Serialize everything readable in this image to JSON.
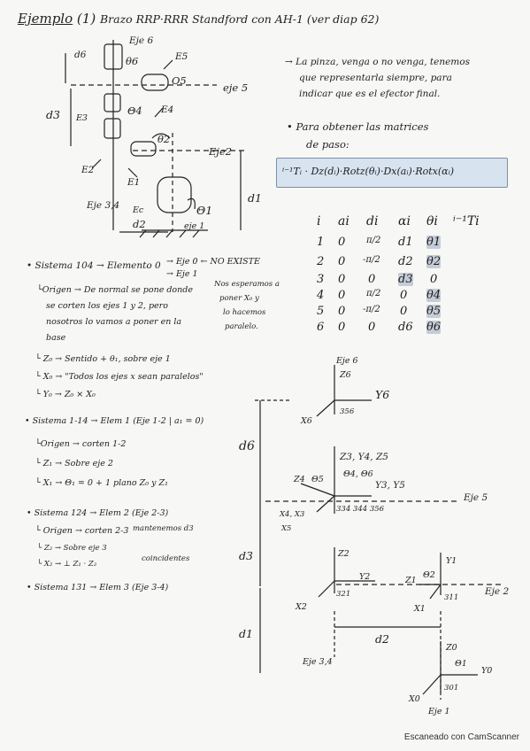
{
  "title": {
    "word": "Ejemplo",
    "number": "(1)",
    "rest": "Brazo RRP·RRR Standford con AH-1 (ver diap 62)"
  },
  "robot_labels": {
    "eje6": "Eje 6",
    "d6": "d6",
    "theta6": "θ6",
    "e5": "E5",
    "o5": "O5",
    "eje5": "eje 5",
    "d3": "d3",
    "e3": "E3",
    "theta4": "Θ4",
    "e4": "E4",
    "theta2": "θ2",
    "e2": "E2",
    "eje2": "Eje2",
    "e1": "E1",
    "eje34": "Eje 3,4",
    "theta1": "Θ1",
    "d1": "d1",
    "d2": "d2",
    "eje1": "eje 1",
    "ec": "Ec"
  },
  "notes": {
    "note1": [
      "→ La pinza, venga o no venga, tenemos",
      "que representarla siempre, para",
      "indicar que es el efector final."
    ],
    "note2": [
      "• Para obtener las matrices",
      "de paso:"
    ],
    "formula": "ⁱ⁻¹Tᵢ · Dz(dᵢ)·Rotz(θᵢ)·Dx(aᵢ)·Rotx(αᵢ)"
  },
  "dh_table": {
    "headers": [
      "i",
      "ai",
      "di",
      "αi",
      "θi",
      "ⁱ⁻¹Ti"
    ],
    "rows": [
      [
        "1",
        "0",
        "π/2",
        "d1",
        "θ1"
      ],
      [
        "2",
        "0",
        "-π/2",
        "d2",
        "θ2"
      ],
      [
        "3",
        "0",
        "0",
        "d3",
        "0"
      ],
      [
        "4",
        "0",
        "π/2",
        "0",
        "θ4"
      ],
      [
        "5",
        "0",
        "-π/2",
        "0",
        "θ5"
      ],
      [
        "6",
        "0",
        "0",
        "d6",
        "θ6"
      ]
    ]
  },
  "left_notes": {
    "s104": "• Sistema 104 → Elemento 0",
    "s104b": "→ Eje 0 ← NO EXISTE",
    "s104c": "→ Eje 1",
    "origen1": [
      "└Origen → De normal se pone donde",
      "se corten los ejes 1 y 2, pero",
      "nosotros lo vamos a poner en la",
      "base"
    ],
    "side": [
      "Nos esperamos a",
      "poner X₀ y",
      "lo hacemos",
      "paralelo."
    ],
    "z0": "└ Z₀ → Sentido + θ₁, sobre eje 1",
    "x0": "└ X₀ → \"Todos los ejes x sean paralelos\"",
    "y0": "└ Y₀ → Z₀ × X₀",
    "s114": "• Sistema 1-14 → Elem 1 (Eje 1-2 | a₁ = 0)",
    "s114a": "└Origen → corten 1-2",
    "s114b": "└ Z₁ → Sobre eje 2",
    "s114c": "└ X₁ → Θ₁ = 0 + 1 plano Z₀ y Z₁",
    "s124": "• Sistema 124 → Elem 2 (Eje 2-3)",
    "s124a": "└ Origen → corten 2-3",
    "s124b": "└ Z₂ → Sobre eje 3",
    "s124c": "└ X₂ → ⊥ Z₁ · Z₂",
    "mant": "mantenemos d3",
    "coinc": "coincidentes",
    "s131": "• Sistema 131 → Elem 3 (Eje 3-4)"
  },
  "frames": {
    "eje6": "Eje 6",
    "z6": "Z6",
    "y6": "Y6",
    "x6": "X6",
    "s6": "356",
    "d6": "d6",
    "z345": "Z3, Y4, Z5",
    "z4": "Z4",
    "th5": "Θ5",
    "th4": "Θ4, Θ6",
    "y35": "Y3, Y5",
    "eje5": "Eje 5",
    "x45": "X4, X3",
    "x5": "X5",
    "s34": "334 344 356",
    "d3": "d3",
    "z2": "Z2",
    "y2": "Y2",
    "x2": "X2",
    "s2": "321",
    "y1": "Y1",
    "z1": "Z1",
    "th2": "Θ2",
    "x1": "X1",
    "s1": "311",
    "eje2": "Eje 2",
    "d1": "d1",
    "d2": "d2",
    "eje34": "Eje 3,4",
    "z0": "Z0",
    "th1": "Θ1",
    "y0": "Y0",
    "x0": "X0",
    "s0": "301",
    "eje1": "Eje 1"
  },
  "footer": "Escaneado con CamScanner"
}
